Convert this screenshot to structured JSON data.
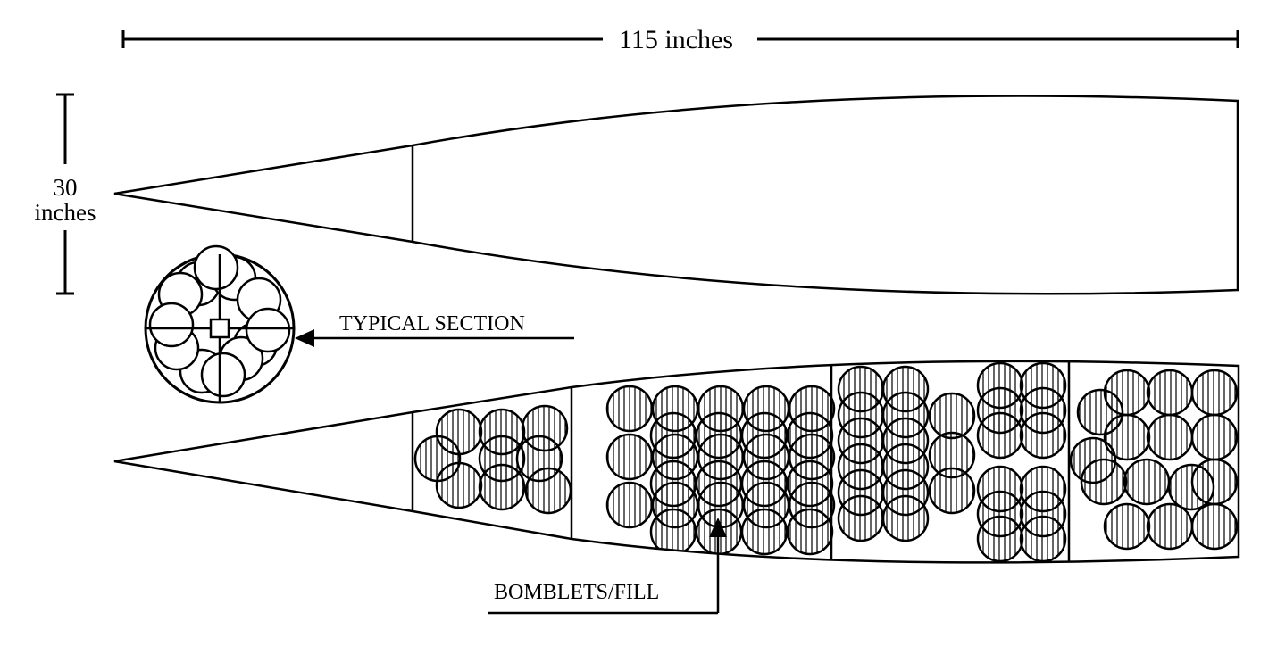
{
  "diagram": {
    "length_label": "115 inches",
    "diameter_label_line1": "30",
    "diameter_label_line2": "inches",
    "section_label": "TYPICAL SECTION",
    "fill_label": "BOMBLETS/FILL"
  }
}
